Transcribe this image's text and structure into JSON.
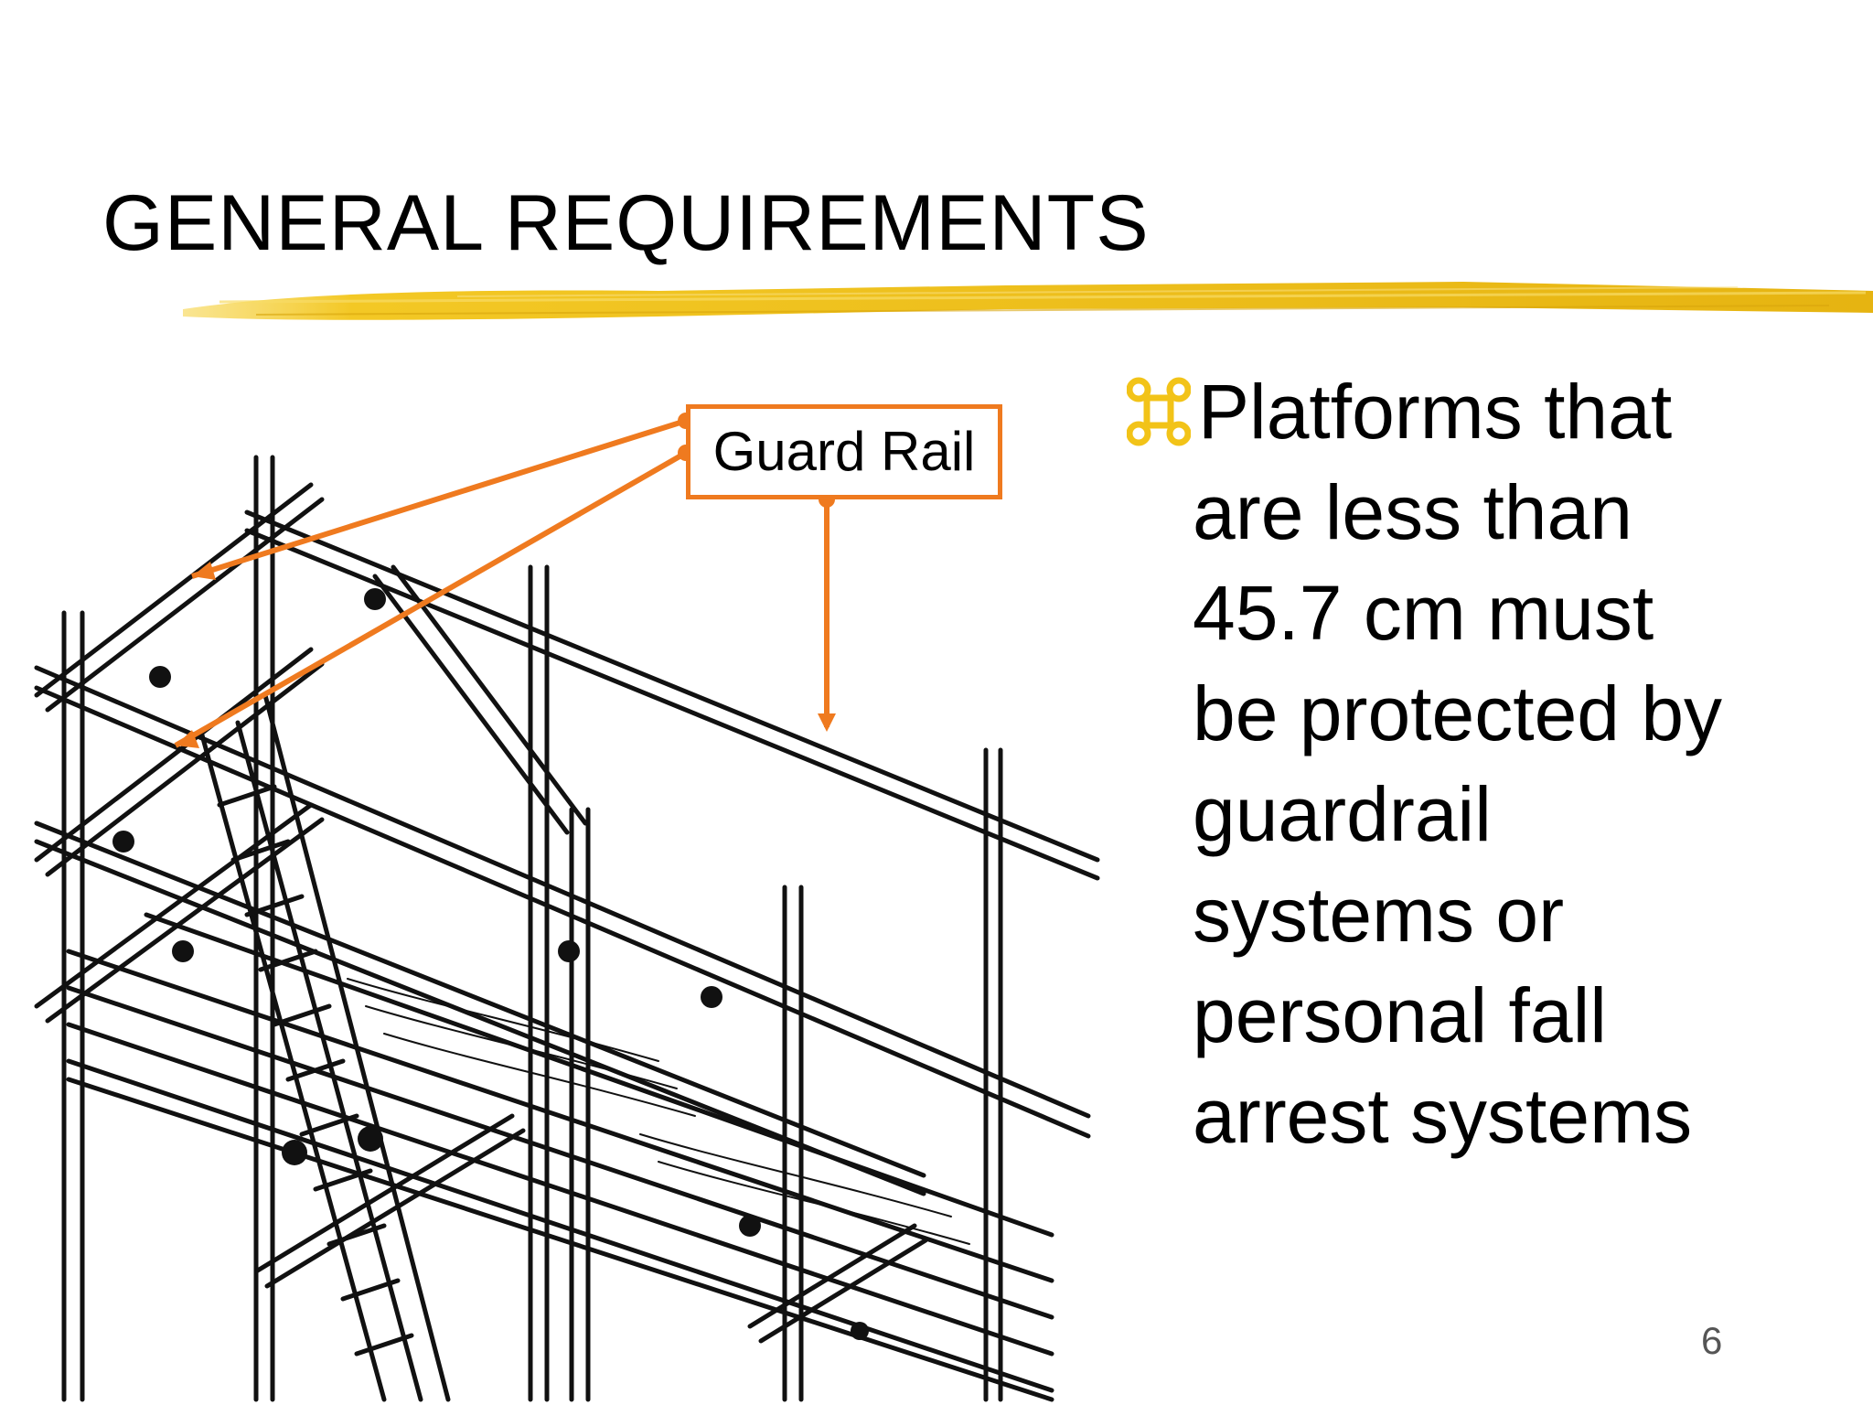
{
  "slide": {
    "title": "GENERAL REQUIREMENTS",
    "bullet_lines": [
      "Platforms that",
      "are less than",
      "45.7 cm must",
      "be protected by",
      "guardrail",
      "systems or",
      "personal fall",
      "arrest systems"
    ],
    "callout_label": "Guard Rail",
    "page_number": "6",
    "icons": {
      "bullet": "command-key-icon",
      "accent": "yellow-brush-stroke"
    },
    "colors": {
      "accent_yellow": "#f2c318",
      "callout_orange": "#ef7a1f",
      "text": "#000000"
    }
  }
}
